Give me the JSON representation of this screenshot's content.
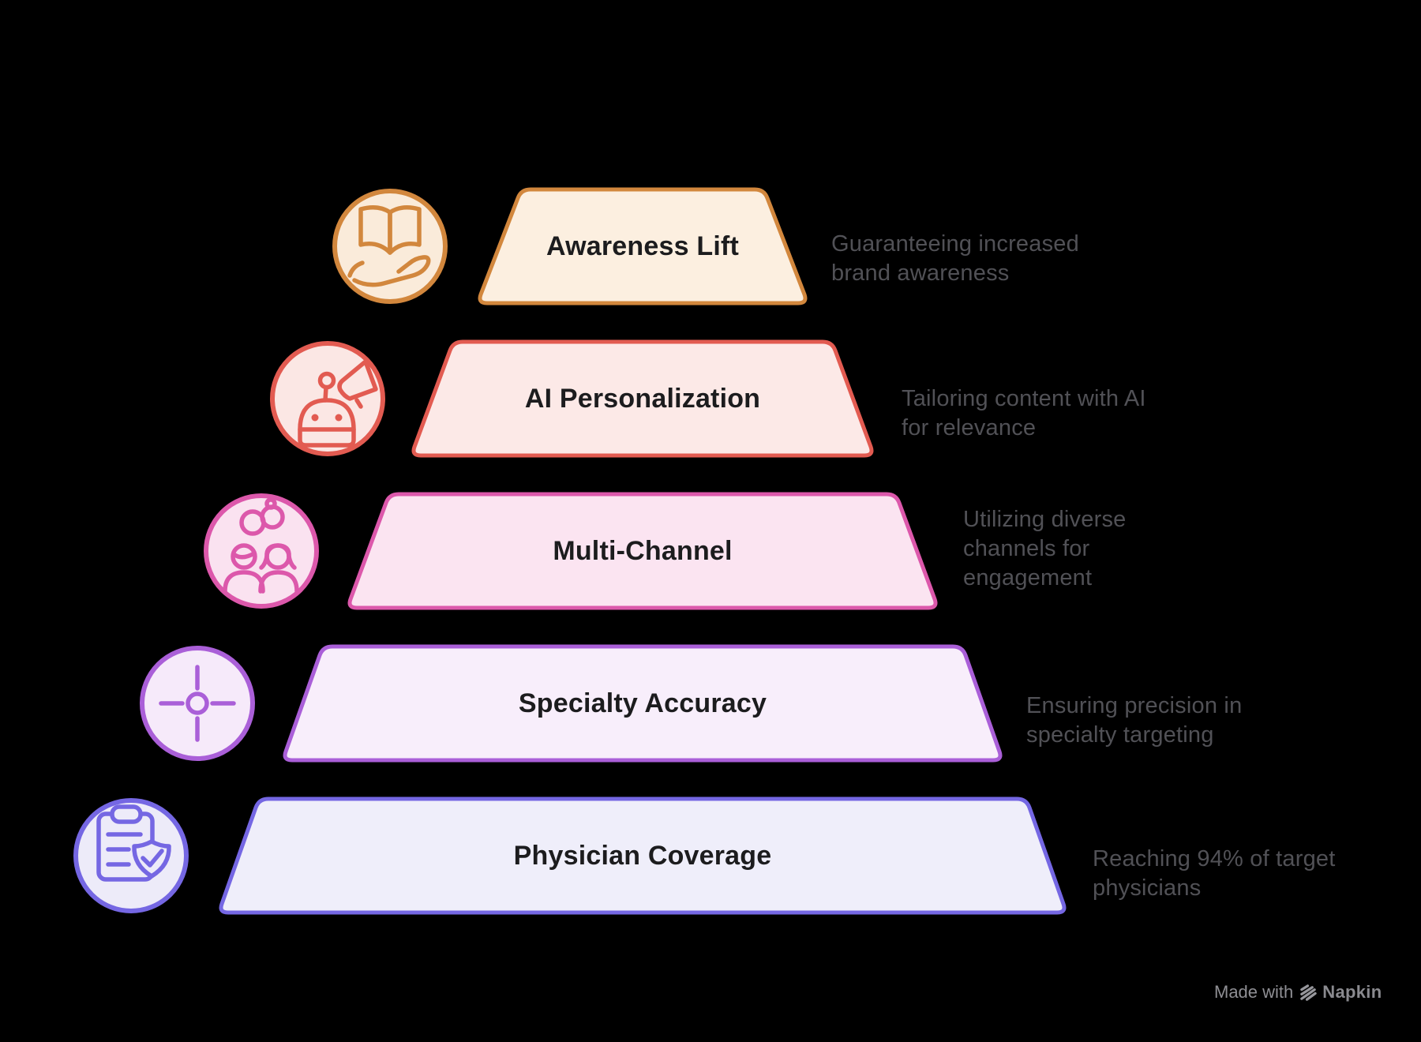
{
  "diagram": {
    "type": "pyramid",
    "background": "#000000",
    "title_color": "#1C1C1E",
    "description_color": "#515156"
  },
  "levels": [
    {
      "title": "Awareness Lift",
      "description": "Guaranteeing increased\nbrand awareness",
      "icon": "book-on-hand-icon",
      "border": "#D2873D",
      "fill": "#FCEFE0",
      "icon_fill": "#FAEBDA"
    },
    {
      "title": "AI Personalization",
      "description": "Tailoring content with AI\nfor relevance",
      "icon": "robot-megaphone-icon",
      "border": "#E25B51",
      "fill": "#FCE9E7",
      "icon_fill": "#FBE7E4"
    },
    {
      "title": "Multi-Channel",
      "description": "Utilizing diverse\nchannels for\nengagement",
      "icon": "people-connection-icon",
      "border": "#DC58AB",
      "fill": "#FBE4F1",
      "icon_fill": "#FAE2F0"
    },
    {
      "title": "Specialty Accuracy",
      "description": "Ensuring precision in\nspecialty targeting",
      "icon": "crosshair-target-icon",
      "border": "#AA5FD8",
      "fill": "#F8EEFB",
      "icon_fill": "#F6EAFA"
    },
    {
      "title": "Physician Coverage",
      "description": "Reaching 94% of target\nphysicians",
      "icon": "clipboard-shield-icon",
      "border": "#7567E3",
      "fill": "#EFEEFA",
      "icon_fill": "#EDEBF9"
    }
  ],
  "watermark": {
    "prefix": "Made with",
    "brand": "Napkin",
    "color": "#8F8F94"
  }
}
